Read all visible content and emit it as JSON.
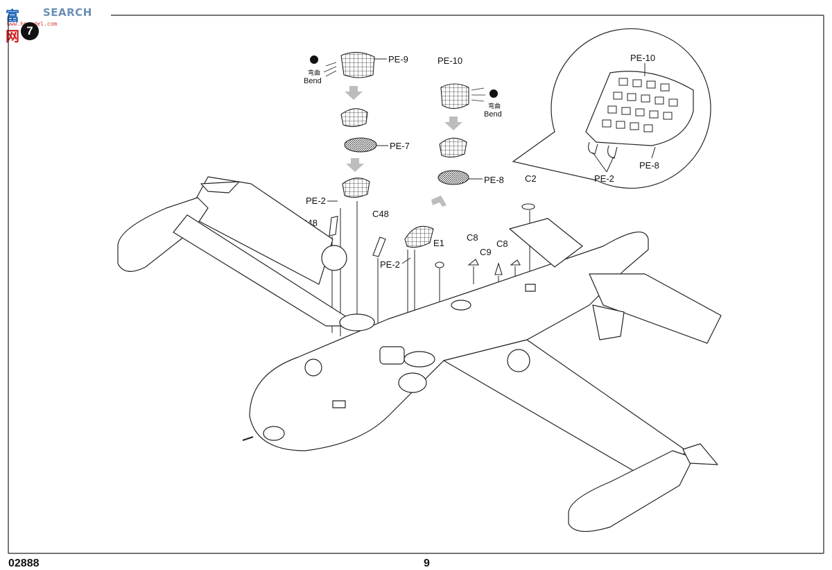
{
  "watermark": {
    "logo_text": "富",
    "logo_text2": "网",
    "text": "SEARCH",
    "sub": "www.hpmodel.com"
  },
  "step": {
    "number": "7"
  },
  "footer": {
    "product_code": "02888",
    "page_number": "9"
  },
  "labels": {
    "pe9": "PE-9",
    "pe7": "PE-7",
    "pe10_left": "PE-10",
    "pe8_mid": "PE-8",
    "pe2_left": "PE-2",
    "pe2_mid": "PE-2",
    "c48_left": "C48",
    "c48_mid": "C48",
    "c2": "C2",
    "c8_a": "C8",
    "c8_b": "C8",
    "c9": "C9",
    "e1": "E1",
    "bend_zh_1": "弯曲",
    "bend_en_1": "Bend",
    "bend_zh_2": "弯曲",
    "bend_en_2": "Bend",
    "detail_pe10": "PE-10",
    "detail_pe8": "PE-8",
    "detail_pe2": "PE-2"
  },
  "colors": {
    "line": "#1a1a1a",
    "arrow_fill": "#bdbdbd",
    "paper": "#ffffff"
  }
}
